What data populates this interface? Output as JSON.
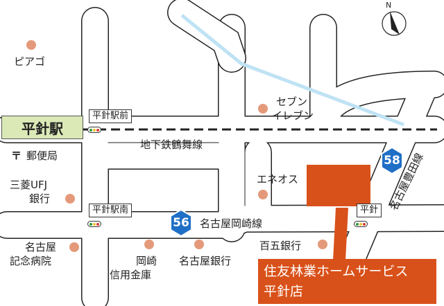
{
  "colors": {
    "road_fill": "#ffffff",
    "road_outline": "#222222",
    "river": "#bfe3f4",
    "target": "#d9511a",
    "station_bg": "#dbe9b7",
    "poi_dot": "#e49a7a",
    "route_shield": "#1f6fc6"
  },
  "station": {
    "label": "平針駅"
  },
  "intersections": {
    "hirabari_ekimae": "平針駅前",
    "hirabari_ekiminami": "平針駅南",
    "hirabari": "平針"
  },
  "lines": {
    "subway": "地下鉄鶴舞線",
    "okazaki": "名古屋岡崎線",
    "toyota": "名古屋豊田線"
  },
  "routes": {
    "r56": "56",
    "r58": "58"
  },
  "pois": {
    "piago": "ピアゴ",
    "seven_line1": "セブン",
    "seven_line2": "イレブン",
    "post_office": "郵便局",
    "mufg_line1": "三菱UFJ",
    "mufg_line2": "銀行",
    "eneos": "エネオス",
    "hospital_line1": "名古屋",
    "hospital_line2": "記念病院",
    "okazaki_line1": "岡崎",
    "okazaki_line2": "信用金庫",
    "nagoya_bank": "名古屋銀行",
    "hyakugo": "百五銀行"
  },
  "target": {
    "line1": "住友林業ホームサービス",
    "line2": "平針店"
  },
  "compass": {
    "north": "N"
  }
}
